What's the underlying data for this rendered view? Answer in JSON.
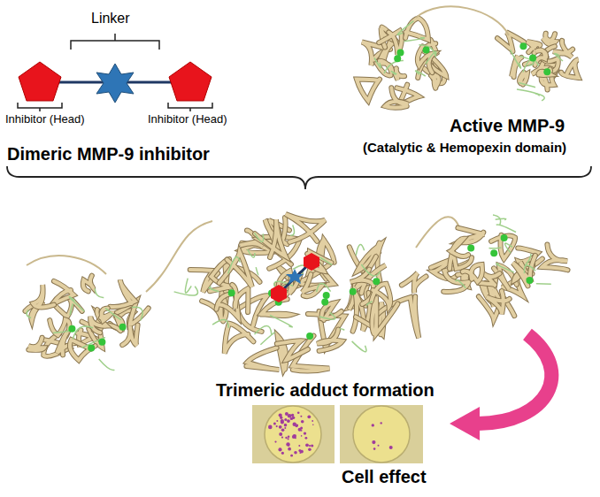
{
  "diagram": {
    "labels": [
      "Linker",
      "Inhibitor (Head)",
      "Inhibitor (Head)",
      "Dimeric MMP-9 inhibitor",
      "Active MMP-9",
      "(Catalytic & Hemopexin domain)",
      "Trimeric adduct formation",
      "Cell effect"
    ]
  }
}
